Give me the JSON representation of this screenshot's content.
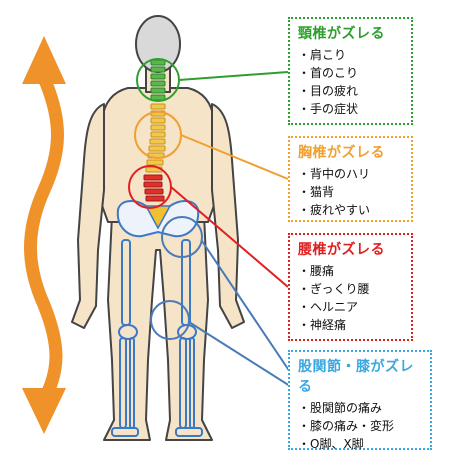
{
  "colors": {
    "neck": "#2e9e2e",
    "chest": "#f0a030",
    "lumbar": "#e02020",
    "hip": "#3aa8e0",
    "connector_hip": "#4a7ab8",
    "arrow": "#f0922a",
    "skin": "#f6e4c8",
    "outline": "#444444",
    "bone": "#3a78c8"
  },
  "panels": {
    "neck": {
      "title": "頸椎がズレる",
      "items": [
        "肩こり",
        "首のこり",
        "目の疲れ",
        "手の症状"
      ]
    },
    "chest": {
      "title": "胸椎がズレる",
      "items": [
        "背中のハリ",
        "猫背",
        "疲れやすい"
      ]
    },
    "lumbar": {
      "title": "腰椎がズレる",
      "items": [
        "腰痛",
        "ぎっくり腰",
        "ヘルニア",
        "神経痛"
      ]
    },
    "hip": {
      "title": "股関節・膝がズレる",
      "items": [
        "股関節の痛み",
        "膝の痛み・変形",
        "O脚、X脚"
      ]
    }
  }
}
